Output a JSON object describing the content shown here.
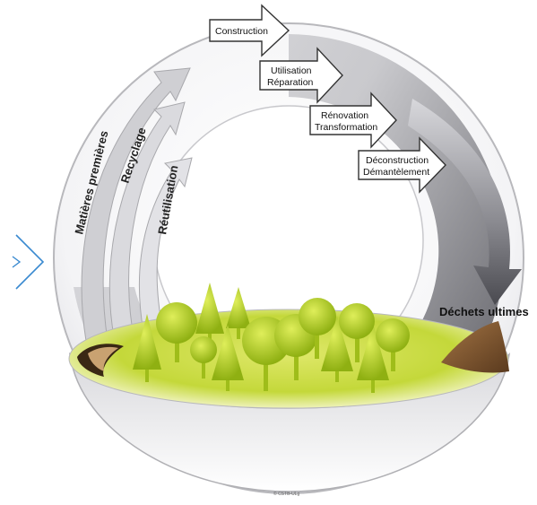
{
  "steps": [
    {
      "line1": "Construction",
      "line2": ""
    },
    {
      "line1": "Utilisation",
      "line2": "Réparation"
    },
    {
      "line1": "Rénovation",
      "line2": "Transformation"
    },
    {
      "line1": "Déconstruction",
      "line2": "Démantèlement"
    }
  ],
  "loops": {
    "raw_materials": "Matières premières",
    "recycling": "Recyclage",
    "reuse": "Réutilisation"
  },
  "final_waste": "Déchets ultimes",
  "credit": "© CSTB-ULg",
  "colors": {
    "ring_light": "#e8e8ec",
    "ring_dark": "#5a5a60",
    "tree": "#a6c51a",
    "soil": "#7a5230",
    "nav_chevron": "#3a8ad0"
  }
}
